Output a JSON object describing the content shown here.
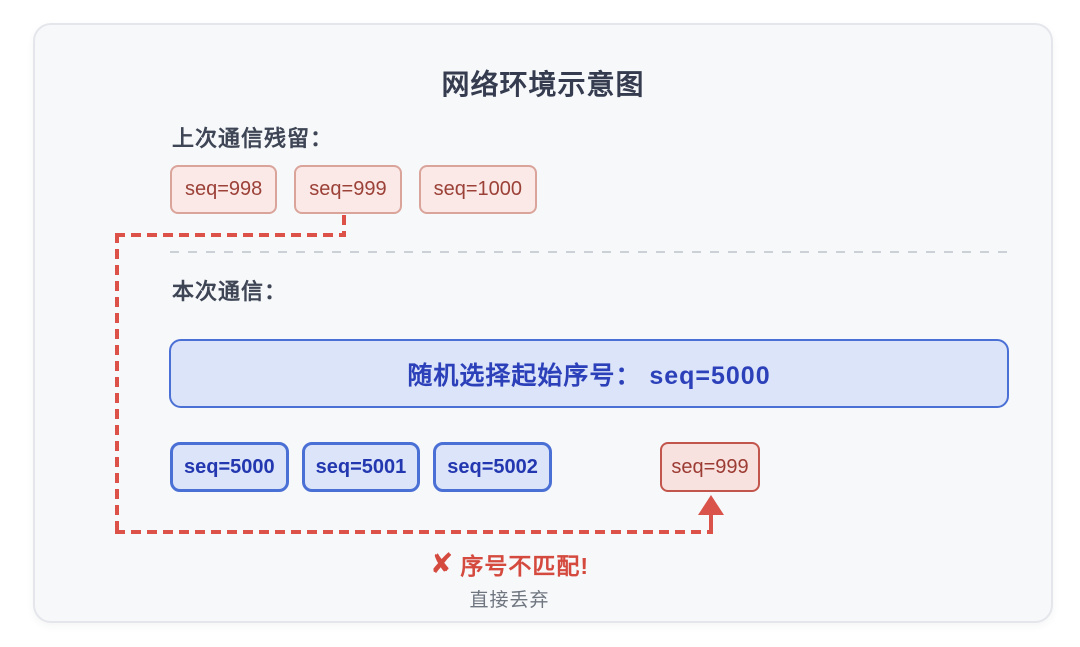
{
  "title": "网络环境示意图",
  "stale_section": {
    "label": "上次通信残留：",
    "boxes": [
      "seq=998",
      "seq=999",
      "seq=1000"
    ]
  },
  "current_section": {
    "label": "本次通信：",
    "banner": "随机选择起始序号： seq=5000",
    "boxes": [
      "seq=5000",
      "seq=5001",
      "seq=5002"
    ],
    "stale_packet": "seq=999"
  },
  "annotation": {
    "x_mark": "✘",
    "mismatch": "序号不匹配!",
    "discard": "直接丢弃"
  },
  "colors": {
    "stale_bg": "#fae9e7",
    "stale_border": "#daa49b",
    "stale_text": "#9c4138",
    "blue_bg": "#dbe4f8",
    "blue_border": "#4a6fd5",
    "blue_text": "#2337b0",
    "alert_red": "#dd5248",
    "discard_gray": "#6f7680",
    "divider_gray": "#ccd0d7"
  }
}
